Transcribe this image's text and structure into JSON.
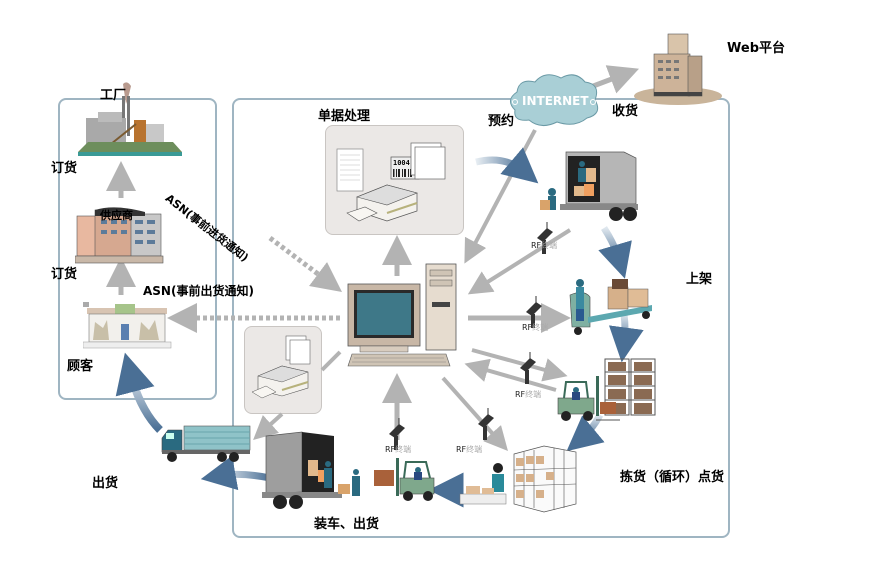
{
  "diagram": {
    "type": "warehouse-logistics-flow",
    "labels": {
      "factory": "工厂",
      "order_top": "订货",
      "supplier": "供应商",
      "order_bottom": "订货",
      "customer": "顾客",
      "asn_advance_arrival": "ASN(事前进货通知)",
      "asn_advance_shipping": "ASN(事前出货通知)",
      "document_processing": "单据处理",
      "reservation": "预约",
      "internet": "INTERNET",
      "receiving": "收货",
      "web_platform": "Web平台",
      "shelving": "上架",
      "picking_cycle_count": "拣货（循环）点货",
      "loading_shipping": "装车、出货",
      "shipping": "出货"
    },
    "rf_terminal": {
      "prefix": "RF",
      "suffix": "终端"
    },
    "nodes": [
      {
        "id": "factory",
        "label_key": "factory",
        "icon": "factory-icon"
      },
      {
        "id": "supplier",
        "label_key": "supplier",
        "icon": "office-building-icon"
      },
      {
        "id": "customer",
        "label_key": "customer",
        "icon": "store-icon"
      },
      {
        "id": "doc-processing",
        "label_key": "document_processing",
        "icon": "printer-documents-icon"
      },
      {
        "id": "computer",
        "label_key": null,
        "icon": "desktop-computer-icon"
      },
      {
        "id": "internet",
        "label_key": "internet",
        "icon": "cloud-icon"
      },
      {
        "id": "web-platform",
        "label_key": "web_platform",
        "icon": "skyscraper-icon"
      },
      {
        "id": "receiving-truck",
        "label_key": "receiving",
        "icon": "truck-unloading-icon"
      },
      {
        "id": "pallet-jack",
        "label_key": "shelving",
        "icon": "pallet-jack-icon"
      },
      {
        "id": "racks",
        "label_key": null,
        "icon": "storage-rack-icon"
      },
      {
        "id": "forklift-rack",
        "label_key": null,
        "icon": "forklift-icon"
      },
      {
        "id": "picking",
        "label_key": "picking_cycle_count",
        "icon": "picking-rack-icon"
      },
      {
        "id": "forklift-loading",
        "label_key": null,
        "icon": "forklift-icon"
      },
      {
        "id": "loading-truck",
        "label_key": "loading_shipping",
        "icon": "truck-loading-icon"
      },
      {
        "id": "delivery-truck",
        "label_key": "shipping",
        "icon": "delivery-truck-icon"
      },
      {
        "id": "shipping-printer",
        "label_key": null,
        "icon": "printer-icon"
      }
    ],
    "edges": [
      {
        "from": "customer",
        "to": "supplier",
        "label_key": "order_bottom",
        "style": "solid"
      },
      {
        "from": "supplier",
        "to": "factory",
        "label_key": "order_top",
        "style": "solid"
      },
      {
        "from": "factory",
        "to": "computer",
        "label_key": "asn_advance_arrival",
        "style": "dotted"
      },
      {
        "from": "computer",
        "to": "customer",
        "label_key": "asn_advance_shipping",
        "style": "dotted"
      },
      {
        "from": "computer",
        "to": "doc-processing",
        "style": "solid"
      },
      {
        "from": "internet",
        "to": "computer",
        "label_key": "reservation",
        "style": "solid"
      },
      {
        "from": "internet",
        "to": "web-platform",
        "style": "solid"
      },
      {
        "from": "doc-processing",
        "to": "receiving-truck",
        "style": "flow"
      },
      {
        "from": "receiving-truck",
        "to": "computer",
        "via": "rf",
        "style": "solid"
      },
      {
        "from": "receiving-truck",
        "to": "pallet-jack",
        "style": "flow"
      },
      {
        "from": "computer",
        "to": "pallet-jack",
        "via": "rf",
        "style": "solid"
      },
      {
        "from": "pallet-jack",
        "to": "racks",
        "style": "flow"
      },
      {
        "from": "computer",
        "to": "forklift-rack",
        "via": "rf",
        "style": "bidirectional"
      },
      {
        "from": "racks",
        "to": "picking",
        "style": "flow"
      },
      {
        "from": "computer",
        "to": "picking",
        "via": "rf",
        "style": "solid"
      },
      {
        "from": "picking",
        "to": "forklift-loading",
        "style": "flow"
      },
      {
        "from": "forklift-loading",
        "to": "computer",
        "via": "rf",
        "style": "solid"
      },
      {
        "from": "computer",
        "to": "shipping-printer",
        "style": "solid"
      },
      {
        "from": "shipping-printer",
        "to": "delivery-truck",
        "style": "solid"
      },
      {
        "from": "loading-truck",
        "to": "delivery-truck",
        "style": "flow"
      },
      {
        "from": "delivery-truck",
        "to": "customer",
        "label_key": "shipping",
        "style": "flow"
      }
    ],
    "colors": {
      "panel_border": "#9fb5c2",
      "gray_arrow": "#b3b3b3",
      "flow_arrow": "#4a6f95",
      "cloud": "#a9cfd6",
      "card_bg": "#ebe8e6"
    }
  }
}
